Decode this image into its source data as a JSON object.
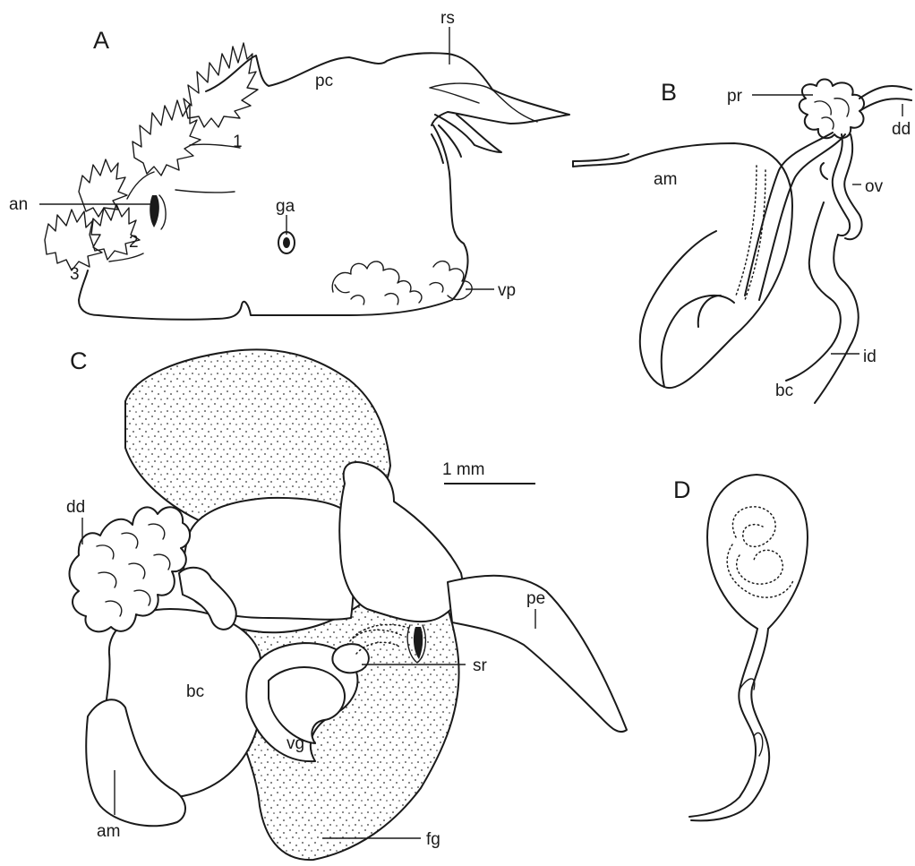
{
  "panels": {
    "A": {
      "letter": "A",
      "labels": {
        "rs": "rs",
        "pc": "pc",
        "n1": "1",
        "n2": "2",
        "n3": "3",
        "an": "an",
        "ga": "ga",
        "vp": "vp"
      }
    },
    "B": {
      "letter": "B",
      "labels": {
        "pr": "pr",
        "dd": "dd",
        "am": "am",
        "ov": "ov",
        "id": "id",
        "bc": "bc"
      }
    },
    "C": {
      "letter": "C",
      "labels": {
        "dd": "dd",
        "pe": "pe",
        "sr": "sr",
        "bc": "bc",
        "vg": "vg",
        "am": "am",
        "fg": "fg"
      }
    },
    "D": {
      "letter": "D"
    }
  },
  "scale_bar": {
    "label": "1 mm"
  }
}
